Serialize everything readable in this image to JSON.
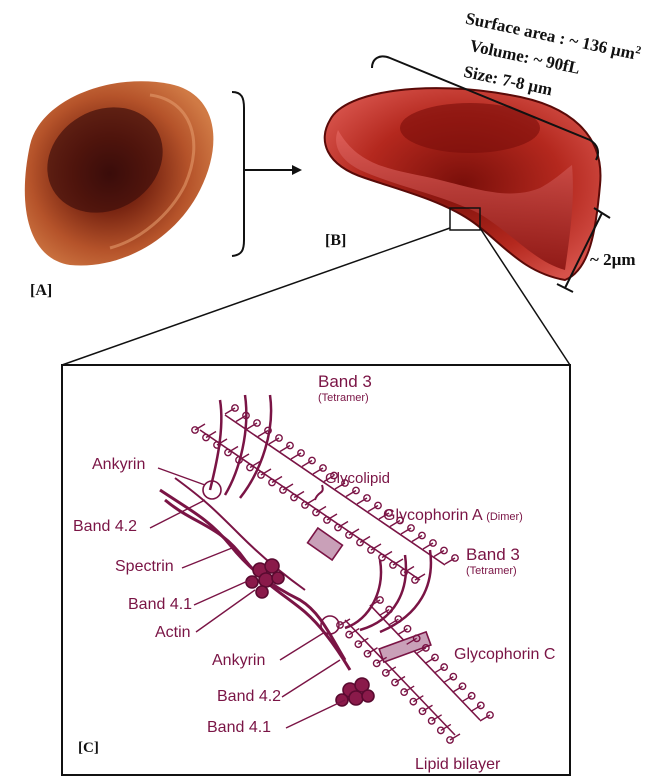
{
  "panels": {
    "a_label": "[A]",
    "b_label": "[B]",
    "c_label": "[C]"
  },
  "cell_stats": {
    "surface_area": "Surface area : ~ 136 µm",
    "surface_area_sup": "2",
    "volume": "Volume: ~ 90fL",
    "size": "Size: 7-8 µm",
    "thickness": "~ 2µm"
  },
  "membrane_labels": {
    "band3_top": "Band 3",
    "band3_top_sub": "(Tetramer)",
    "ankyrin_top": "Ankyrin",
    "glycolipid": "Glycolipid",
    "band42_top": "Band 4.2",
    "glycophorin_a": "Glycophorin A",
    "glycophorin_a_sub": "(Dimer)",
    "band3_mid": "Band 3",
    "band3_mid_sub": "(Tetramer)",
    "spectrin": "Spectrin",
    "band41_top": "Band 4.1",
    "actin": "Actin",
    "ankyrin_bottom": "Ankyrin",
    "glycophorin_c": "Glycophorin C",
    "band42_bottom": "Band 4.2",
    "band41_bottom": "Band 4.1",
    "lipid_bilayer": "Lipid bilayer"
  },
  "colors": {
    "membrane": "#7a1445",
    "cell_dark": "#8a1a12",
    "cell_light": "#c9453a",
    "cell_a": "#b2502a"
  }
}
